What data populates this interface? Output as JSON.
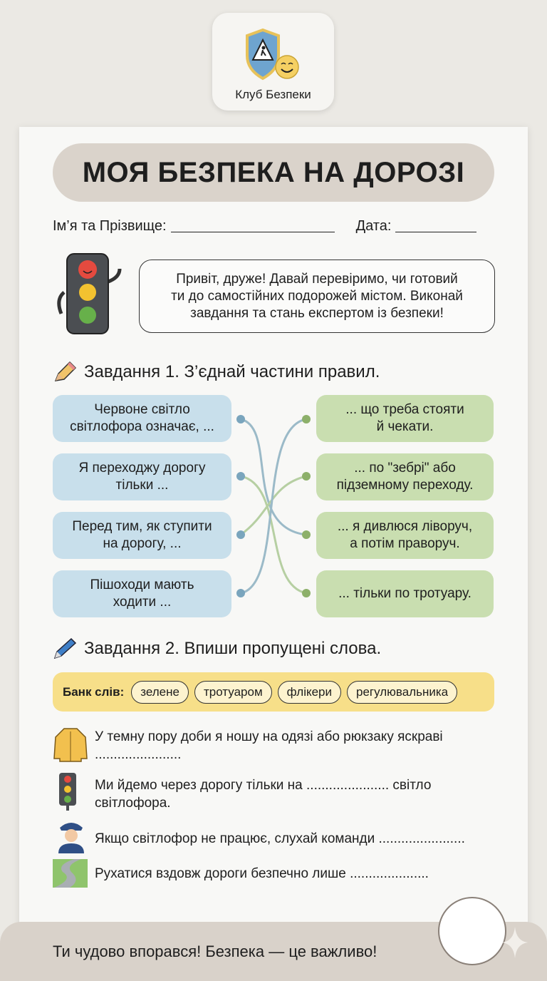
{
  "logo": {
    "text": "Клуб Безпеки"
  },
  "title": "МОЯ БЕЗПЕКА НА ДОРОЗІ",
  "fields": {
    "name_label": "Ім’я та Прізвище:",
    "date_label": "Дата:"
  },
  "bubble": {
    "lines": [
      "Привіт, друже! Давай перевіримо, чи готовий",
      "ти до самостійних подорожей містом. Виконай",
      "завдання та стань експертом із безпеки!"
    ]
  },
  "task1": {
    "heading": "Завдання 1. З’єднай частини правил.",
    "left": [
      [
        "Червоне світло",
        "світлофора означає, ..."
      ],
      [
        "Я переходжу дорогу",
        "тільки ..."
      ],
      [
        "Перед тим, як ступити",
        "на дорогу, ..."
      ],
      [
        "Пішоходи мають",
        "ходити ..."
      ]
    ],
    "right": [
      [
        "... що треба стояти",
        "й чекати."
      ],
      [
        "... по \"зебрі\" або",
        "підземному переходу."
      ],
      [
        "... я дивлюся ліворуч,",
        "а потім праворуч."
      ],
      [
        "... тільки по тротуару.",
        ""
      ]
    ]
  },
  "task2": {
    "heading": "Завдання 2. Впиши пропущені слова.",
    "bank_label": "Банк слів:",
    "words": [
      "зелене",
      "тротуаром",
      "флікери",
      "регулювальника"
    ],
    "sentences": [
      {
        "icon": "jacket-icon",
        "a": "У темну пору доби я ношу на одязі або рюкзаку яскраві",
        "b": "......................."
      },
      {
        "icon": "traffic-light-icon",
        "a": "Ми йдемо через дорогу тільки на ...................... світло",
        "b": "світлофора."
      },
      {
        "icon": "police-officer-icon",
        "a": "Якщо світлофор не працює, слухай команди .......................",
        "b": ""
      },
      {
        "icon": "road-icon",
        "a": "Рухатися вздовж дороги безпечно лише .....................",
        "b": ""
      }
    ]
  },
  "footer": {
    "text": "Ти чудово впорався! Безпека — це важливо!"
  },
  "colors": {
    "blue_box": "#c8dfeb",
    "green_box": "#c9deb0",
    "bank": "#f7df89",
    "title_pill": "#dad3cb"
  }
}
